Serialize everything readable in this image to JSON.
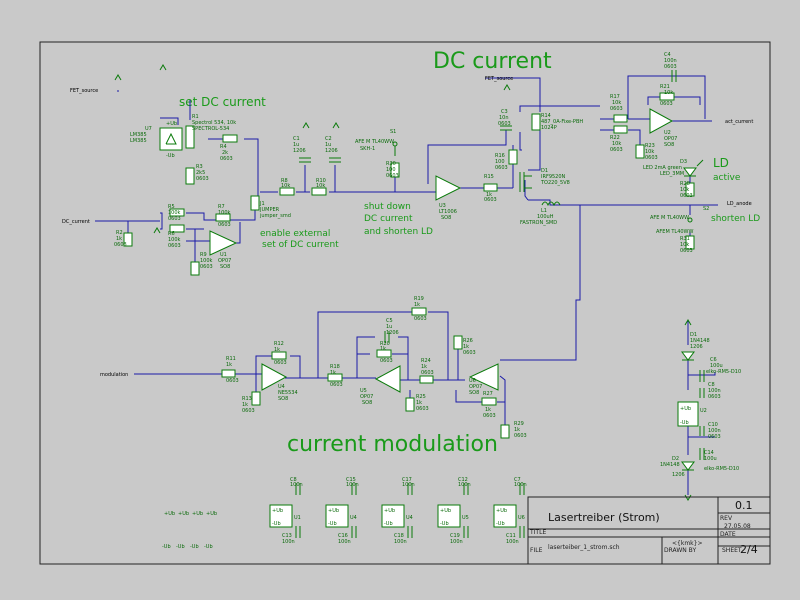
{
  "headings": {
    "dc_current": "DC current",
    "current_modulation": "current modulation",
    "set_dc_current": "set DC current",
    "enable_external": "enable external",
    "set_of_dc_current": "set of DC current",
    "shut_down": "shut down",
    "dc_current_line": "DC current",
    "and_shorten_ld": "and shorten LD",
    "ld": "LD",
    "active": "active",
    "shorten_ld": "shorten LD"
  },
  "nets": {
    "fet_source_left": "FET_source",
    "fet_source_mid": "FET_source",
    "dc_current_in": "DC_current",
    "modulation_in": "modulation",
    "act_current": "act_current",
    "ld_anode": "LD_anode"
  },
  "components": {
    "u7": [
      "U7",
      "LM385",
      "LM385"
    ],
    "r1": [
      "R1",
      "Spectrol 534, 10k",
      "SPECTROL-534"
    ],
    "r3": [
      "R3",
      "2k5",
      "0603"
    ],
    "r4": [
      "R4",
      "2k",
      "0603"
    ],
    "c1": [
      "C1",
      "1u",
      "1206"
    ],
    "c2": [
      "C2",
      "1u",
      "1206"
    ],
    "r8": [
      "R8",
      "10k"
    ],
    "r10": [
      "R10",
      "10k"
    ],
    "s1": [
      "S1",
      "AFE M TL40WW",
      "SKH-1"
    ],
    "r30": [
      "R30",
      "100",
      "0603"
    ],
    "u3": [
      "U3",
      "LT1006",
      "SO8"
    ],
    "r15": [
      "R15",
      "1k",
      "0603"
    ],
    "r16": [
      "R16",
      "100",
      "0603"
    ],
    "c3": [
      "C3",
      "10n",
      "0603"
    ],
    "r14": [
      "R14",
      "487_0A-Fixe-PBH",
      "1024P"
    ],
    "d1": [
      "D1",
      "IRF9520N",
      "TO220_5V8"
    ],
    "r17": [
      "R17",
      "10k",
      "0603"
    ],
    "r22": [
      "R22",
      "10k",
      "0603"
    ],
    "c4": [
      "C4",
      "100n",
      "0603"
    ],
    "r21": [
      "R21",
      "10k",
      "0603"
    ],
    "u2": [
      "U2",
      "OP07",
      "SO8"
    ],
    "r23": [
      "R23",
      "10k",
      "0603"
    ],
    "d3": [
      "D3",
      "LED 2mA green",
      "LED_3MM"
    ],
    "r28": [
      "R28",
      "10k",
      "0603"
    ],
    "l1": [
      "L1",
      "100uH",
      "FASTRON_SMD"
    ],
    "s2": [
      "S2",
      "AFE M TL40WW",
      "AFEM TL40WW"
    ],
    "r31": [
      "R31",
      "10k",
      "0603"
    ],
    "r5": [
      "R5",
      "100k",
      "0603"
    ],
    "r6": [
      "R6",
      "100k",
      "0603"
    ],
    "r7": [
      "R7",
      "100k",
      "0603"
    ],
    "r2": [
      "R2",
      "1k",
      "0603"
    ],
    "r9": [
      "R9",
      "100k",
      "0603"
    ],
    "u1": [
      "U1",
      "OP07",
      "SO8"
    ],
    "j1": [
      "J1",
      "JUMPER",
      "jumper_smd"
    ],
    "r11": [
      "R11",
      "1k",
      "0603"
    ],
    "r12": [
      "R12",
      "1k",
      "0603"
    ],
    "r13": [
      "R13",
      "1k",
      "0603"
    ],
    "u4": [
      "U4",
      "NE5534",
      "SO8"
    ],
    "r18": [
      "R18",
      "1k",
      "0603"
    ],
    "r19": [
      "R19",
      "1k",
      "0603"
    ],
    "c5": [
      "C5",
      "1u",
      "1206"
    ],
    "r20": [
      "R20",
      "1k",
      "0603"
    ],
    "u5": [
      "U5",
      "OP07",
      "SO8"
    ],
    "r24": [
      "R24",
      "1k",
      "0603"
    ],
    "r25": [
      "R25",
      "1k",
      "0603"
    ],
    "r26": [
      "R26",
      "1k",
      "0603"
    ],
    "u6": [
      "U6",
      "OP07",
      "SO8"
    ],
    "r27": [
      "R27",
      "1k",
      "0603"
    ],
    "r29": [
      "R29",
      "1k",
      "0603"
    ],
    "d2_top": [
      "D1",
      "1N4148",
      "1206"
    ],
    "c6": [
      "C6",
      "100u",
      "elko-RM5-D10"
    ],
    "c8": [
      "C8",
      "100n",
      "0603"
    ],
    "u2_psu": [
      "U2",
      "+Ub",
      "-Ub"
    ],
    "c10": [
      "C10",
      "100n",
      "0603"
    ],
    "c14": [
      "C14",
      "100u",
      "elko-RM5-D10"
    ],
    "d2": [
      "D2",
      "1N4148",
      "1206"
    ]
  },
  "supply_modules": [
    {
      "cap_top": "C8",
      "cap_top_val": "100n",
      "ic": "U1",
      "cap_bot": "C13",
      "cap_bot_val": "100n"
    },
    {
      "cap_top": "C15",
      "cap_top_val": "100n",
      "ic": "U4",
      "cap_bot": "C16",
      "cap_bot_val": "100n"
    },
    {
      "cap_top": "C17",
      "cap_top_val": "100n",
      "ic": "U4",
      "cap_bot": "C18",
      "cap_bot_val": "100n"
    },
    {
      "cap_top": "C12",
      "cap_top_val": "100n",
      "ic": "U5",
      "cap_bot": "C19",
      "cap_bot_val": "100n"
    },
    {
      "cap_top": "C7",
      "cap_top_val": "100n",
      "ic": "U6",
      "cap_bot": "C11",
      "cap_bot_val": "100n"
    }
  ],
  "rails": {
    "plus": "+Ub",
    "minus": "-Ub"
  },
  "title_block": {
    "title": "Lasertreiber (Strom)",
    "rev": "0.1",
    "date": "27.05.08",
    "drawn_by": "<{kmk}>",
    "file": "laserteiber_1_strom.sch",
    "sheet": "2/4",
    "label_title": "TITLE",
    "label_rev": "REV",
    "label_date": "DATE",
    "label_drawnby": "DRAWN BY",
    "label_file": "FILE",
    "label_sheet": "SHEET"
  },
  "colors": {
    "wire": "#1a1aa8",
    "component": "#0a7a0a",
    "text": "#1a9a1a",
    "background": "#c9c9c9"
  }
}
